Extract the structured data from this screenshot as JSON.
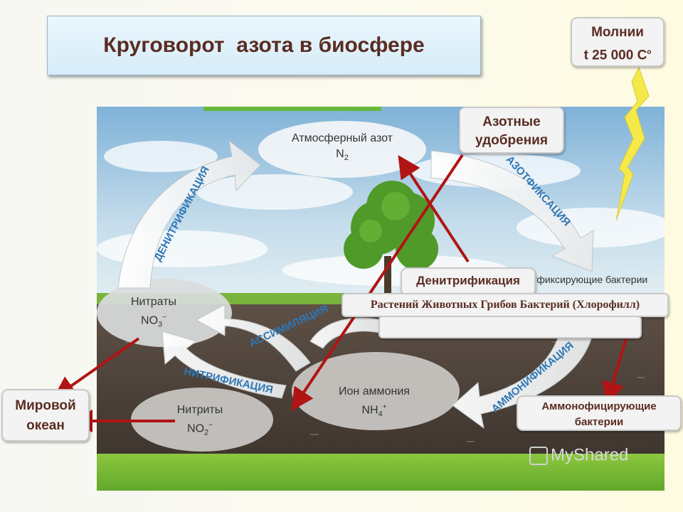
{
  "title": "Круговорот  азота в биосфере",
  "nodes": {
    "atmospheric": {
      "name": "Атмосферный азот",
      "formula": "N",
      "sub": "2"
    },
    "nitrates": {
      "name": "Нитраты",
      "formula": "NO",
      "sub": "3",
      "sup": "−"
    },
    "ammonium": {
      "name": "Ион аммония",
      "formula": "NH",
      "sub": "4",
      "sup": "+"
    },
    "nitrites": {
      "name": "Нитриты",
      "formula": "NO",
      "sub": "2",
      "sup": "−"
    }
  },
  "processes": {
    "denitrification": "ДЕНИТРИФИКАЦИЯ",
    "nitrogen_fixation": "АЗОТФИКСАЦИЯ",
    "assimilation": "АССИМИЛЯЦИЯ",
    "nitrification": "НИТРИФИКАЦИЯ",
    "ammonification": "АММОНИФИКАЦИЯ"
  },
  "scene_text": {
    "fixing_bacteria": "тфиксирующие бактерии"
  },
  "callouts": {
    "lightning": {
      "line1": "Молнии",
      "line2": "t 25 000 C",
      "degree": "о"
    },
    "fertilizers": {
      "line1": "Азотные",
      "line2": "удобрения"
    },
    "denitrification": "Денитрификация",
    "organisms": "Растений Животных Грибов  Бактерий (Хлорофилл)",
    "ocean": {
      "line1": "Мировой",
      "line2": "океан"
    },
    "ammonifying": {
      "line1": "Аммонофицирующие",
      "line2": "бактерии"
    }
  },
  "watermark": "MyShared",
  "colors": {
    "arrow_red": "#b01414",
    "title_text": "#5a2d22",
    "lightning": "#f5e94a"
  }
}
